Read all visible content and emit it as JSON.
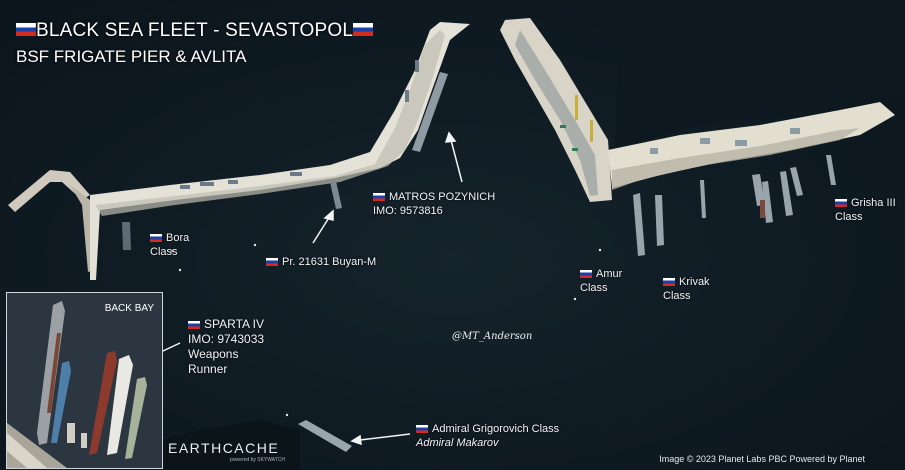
{
  "title": {
    "line1": "BLACK SEA FLEET -  SEVASTOPOL",
    "line2": "BSF FRIGATE PIER & AVLITA"
  },
  "labels": {
    "bora": [
      "Bora",
      "Class"
    ],
    "buyan": "Pr. 21631 Buyan-M",
    "matros": [
      "MATROS POZYNICH",
      "IMO: 9573816"
    ],
    "amur": [
      "Amur",
      "Class"
    ],
    "krivak": [
      "Krivak",
      "Class"
    ],
    "grisha": [
      "Grisha III",
      "Class"
    ],
    "sparta": [
      "SPARTA IV",
      "IMO: 9743033",
      "Weapons",
      "Runner"
    ],
    "grigorovich": [
      "Admiral Grigorovich Class",
      "Admiral Makarov"
    ]
  },
  "inset": {
    "title": "BACK BAY"
  },
  "brand": {
    "name": "EARTHCACHE",
    "sub": "powered by SKYWATCH"
  },
  "watermark": "@MT_Anderson",
  "credit": "Image © 2023 Planet Labs PBC Powered by Planet",
  "colors": {
    "flag_white": "#ffffff",
    "flag_blue": "#1c3fa8",
    "flag_red": "#d52b1e",
    "water": "#0e1a22",
    "pier": "#e4e1d6"
  }
}
